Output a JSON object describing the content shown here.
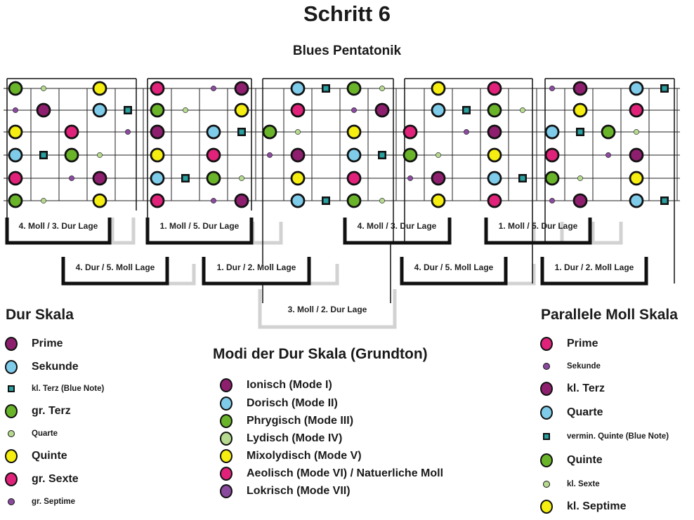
{
  "title": "Schritt 6",
  "subtitle": "Blues Pentatonik",
  "colors": {
    "prime": "#8e1f6e",
    "sekunde": "#7ecbea",
    "blue_note": "#2aa0a0",
    "gr_terz": "#6ab42a",
    "quarte": "#b5d98e",
    "quinte": "#f5ee10",
    "gr_sexte": "#e0227a",
    "gr_septime": "#8a4a9e",
    "gray_box": "#d2d2d2"
  },
  "positions": {
    "box1": "4. Moll / 3. Dur Lage",
    "box2": "1. Moll / 5. Dur Lage",
    "box3": "4. Moll / 3. Dur Lage",
    "box4": "1. Moll / 5. Dur Lage",
    "box5": "4. Dur / 5. Moll Lage",
    "box6": "1. Dur / 2. Moll Lage",
    "box7": "4. Dur / 5. Moll Lage",
    "box8": "1. Dur / 2. Moll Lage",
    "box9": "3. Moll / 2. Dur Lage"
  },
  "legend_dur": {
    "heading": "Dur Skala",
    "items": [
      {
        "label": "Prime",
        "kind": "prime",
        "big": true
      },
      {
        "label": "Sekunde",
        "kind": "sekunde",
        "big": true
      },
      {
        "label": "kl. Terz (Blue Note)",
        "kind": "blue_note",
        "big": false
      },
      {
        "label": "gr. Terz",
        "kind": "gr_terz",
        "big": true
      },
      {
        "label": "Quarte",
        "kind": "quarte",
        "big": false
      },
      {
        "label": "Quinte",
        "kind": "quinte",
        "big": true
      },
      {
        "label": "gr. Sexte",
        "kind": "gr_sexte",
        "big": true
      },
      {
        "label": "gr. Septime",
        "kind": "gr_septime",
        "big": false
      }
    ]
  },
  "legend_modi": {
    "heading": "Modi der Dur Skala (Grundton)",
    "items": [
      {
        "label": "Ionisch (Mode I)",
        "kind": "prime"
      },
      {
        "label": "Dorisch (Mode II)",
        "kind": "sekunde"
      },
      {
        "label": "Phrygisch (Mode III)",
        "kind": "gr_terz"
      },
      {
        "label": "Lydisch (Mode IV)",
        "kind": "quarte"
      },
      {
        "label": "Mixolydisch (Mode V)",
        "kind": "quinte"
      },
      {
        "label": "Aeolisch (Mode VI) / Natuerliche Moll",
        "kind": "gr_sexte"
      },
      {
        "label": "Lokrisch (Mode VII)",
        "kind": "gr_septime"
      }
    ]
  },
  "legend_moll": {
    "heading": "Parallele Moll Skala",
    "items": [
      {
        "label": "Prime",
        "kind": "gr_sexte",
        "big": true
      },
      {
        "label": "Sekunde",
        "kind": "gr_septime",
        "big": false
      },
      {
        "label": "kl. Terz",
        "kind": "prime",
        "big": true
      },
      {
        "label": "Quarte",
        "kind": "sekunde",
        "big": true
      },
      {
        "label": "vermin. Quinte (Blue Note)",
        "kind": "blue_note",
        "big": false
      },
      {
        "label": "Quinte",
        "kind": "gr_terz",
        "big": true
      },
      {
        "label": "kl. Sexte",
        "kind": "quarte",
        "big": false
      },
      {
        "label": "kl. Septime",
        "kind": "quinte",
        "big": true
      }
    ]
  }
}
